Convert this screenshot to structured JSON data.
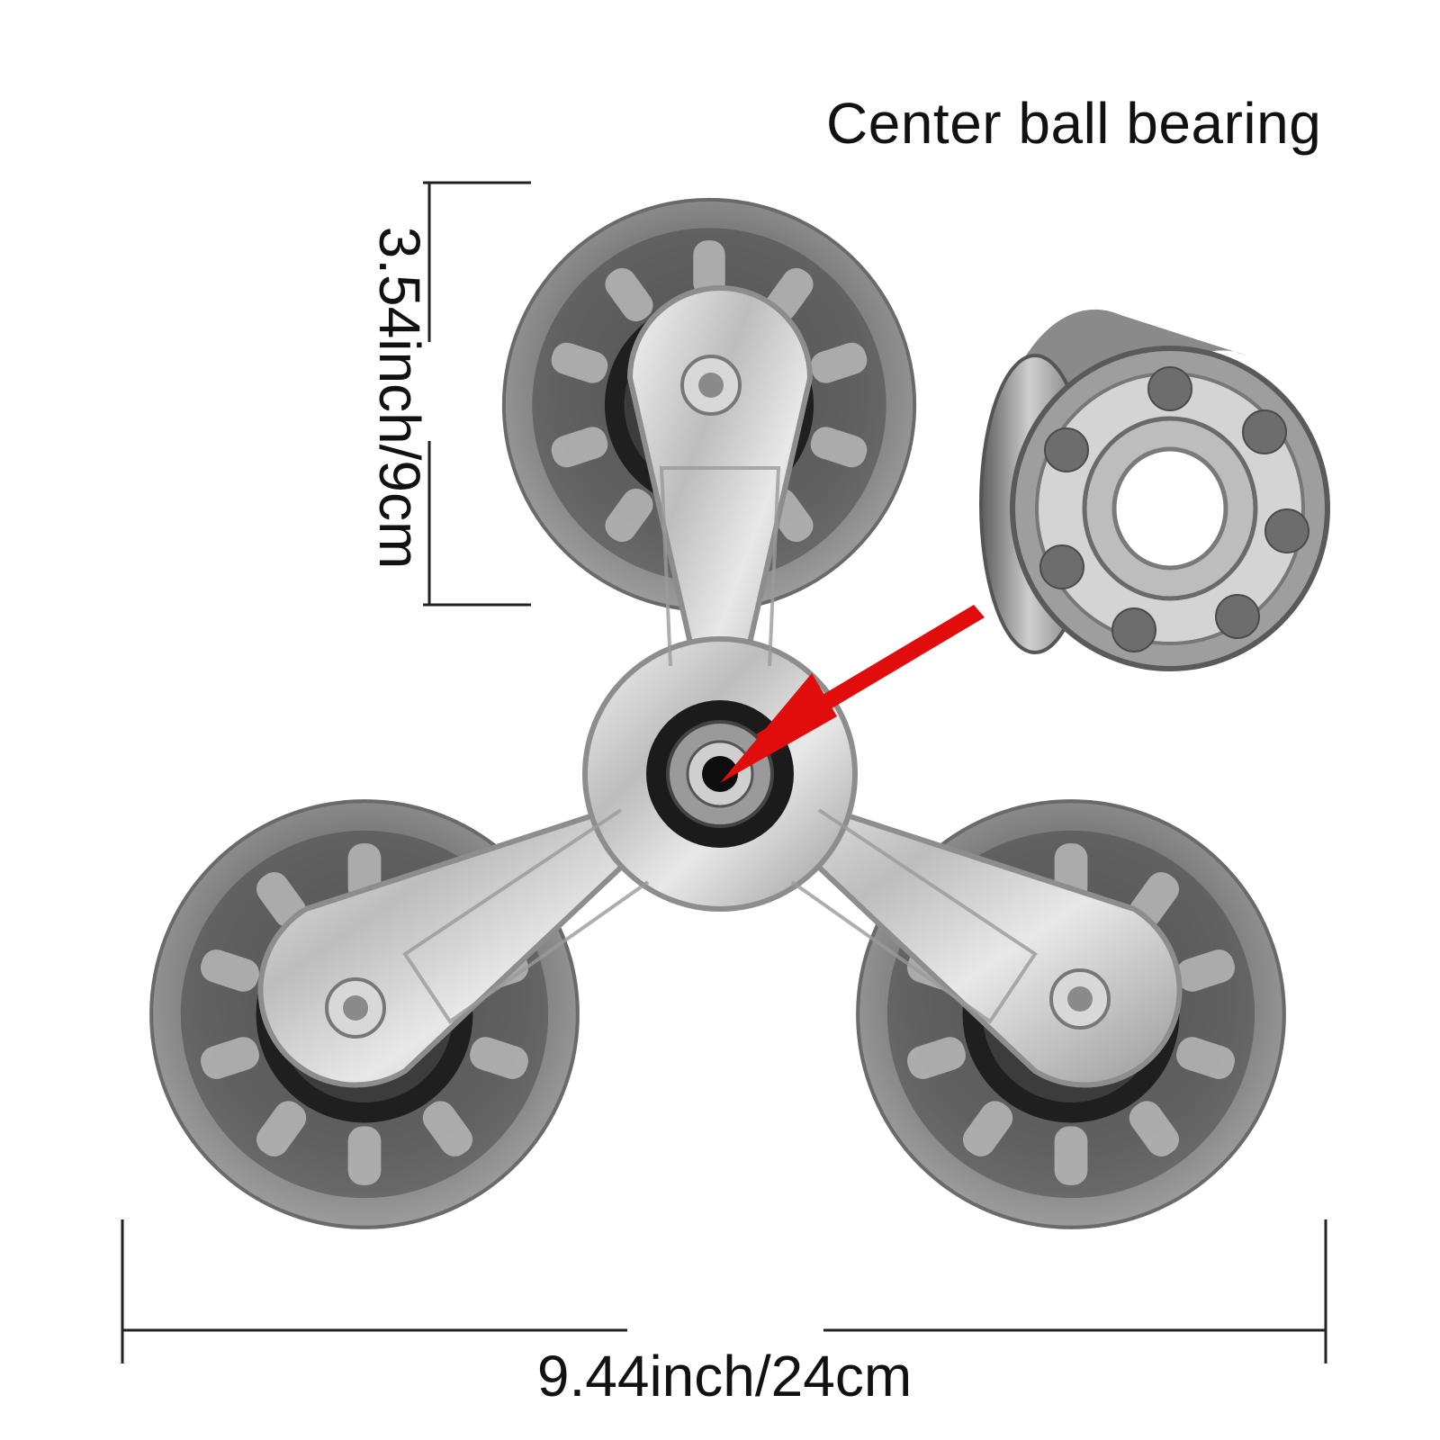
{
  "callout": {
    "title": "Center ball bearing"
  },
  "dimensions": {
    "height_label": "3.54inch/9cm",
    "width_label": "9.44inch/24cm"
  },
  "colors": {
    "arrow": "#e10c0c",
    "frame": "#c7c7c7",
    "wheel_tire": "#8a8a8a",
    "wheel_hub": "#3a3a3a",
    "dimension_lines": "#222222"
  }
}
